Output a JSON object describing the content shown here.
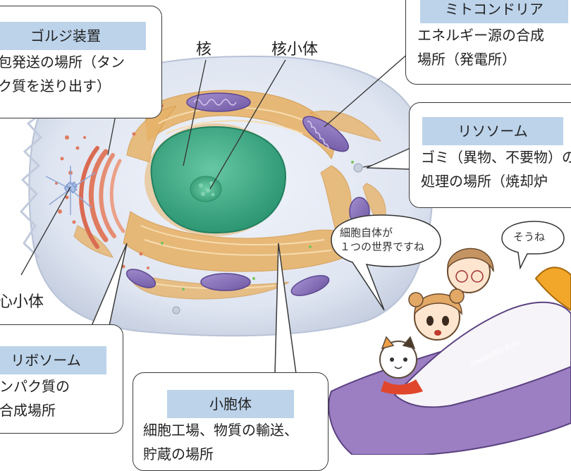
{
  "labels": {
    "nucleus": "核",
    "nucleolus": "核小体",
    "centrosome_partial": "心小体"
  },
  "callouts": {
    "golgi": {
      "title": "ゴルジ装置",
      "desc": "包発送の場所（タン\nク質を送り出す）"
    },
    "mitochondria": {
      "title": "ミトコンドリア",
      "desc": "エネルギー源の合成\n場所（発電所）"
    },
    "lysosome": {
      "title": "リソソーム",
      "desc": "ゴミ（異物、不要物）の\n処理の場所（焼却炉"
    },
    "ribosome": {
      "title": "リボソーム",
      "desc": "ンパク質の\n合成場所"
    },
    "organelle": {
      "title": "小胞体",
      "desc": "細胞工場、物質の輸送、\n貯蔵の場所"
    }
  },
  "speech": {
    "left": "細胞自体が\n１つの世界ですね",
    "right": "そうね"
  },
  "ship_label": "Spaceship Ecio",
  "colors": {
    "title_band": "#bcd3ea",
    "nucleus": "#3faa86",
    "er": "#e7b36a",
    "golgi": "#e07a5f",
    "mitochondria": "#8e77b6",
    "cytoplasm": "#dfe6f2"
  }
}
